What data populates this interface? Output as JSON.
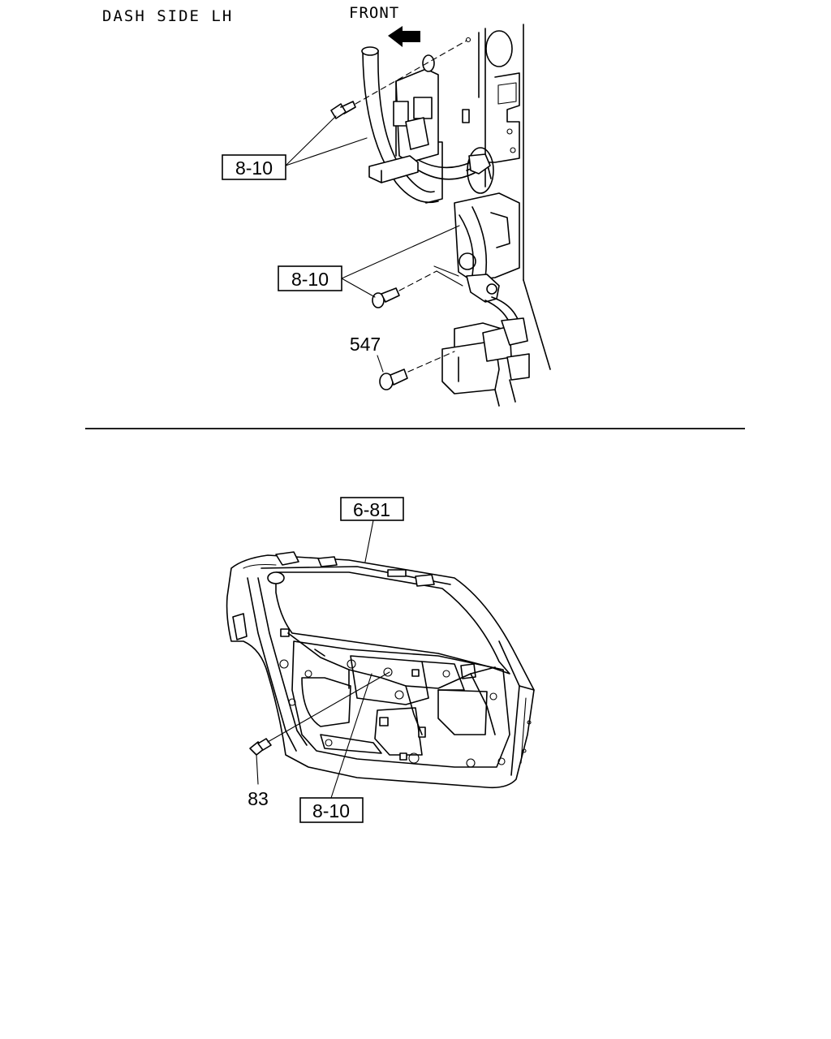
{
  "section_top": {
    "title": "DASH SIDE LH",
    "direction_label": "FRONT",
    "callouts": {
      "upper_ref": "8-10",
      "middle_ref": "8-10",
      "bolt_part": "547"
    }
  },
  "section_bottom": {
    "callouts": {
      "door_ref": "6-81",
      "harness_ref": "8-10",
      "screw_part": "83"
    }
  }
}
